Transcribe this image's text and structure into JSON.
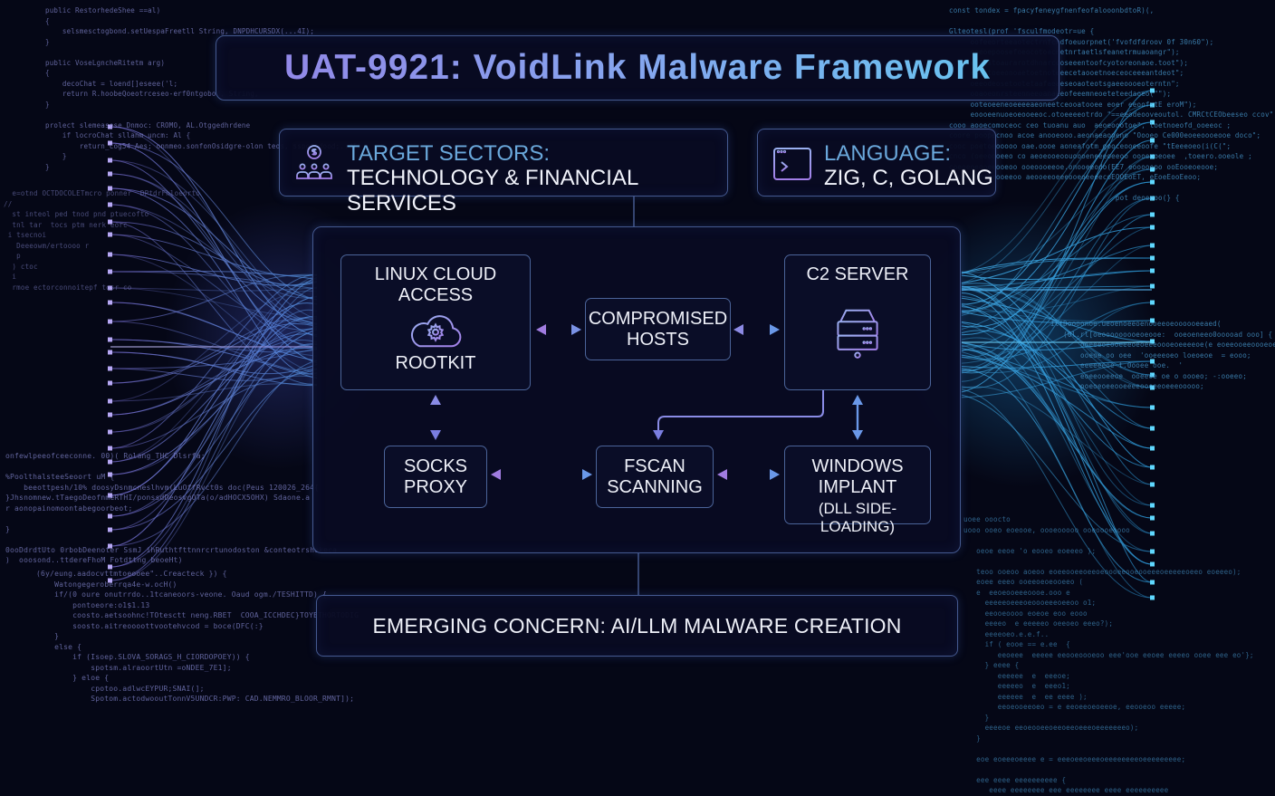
{
  "title": "UAT-9921: VoidLink Malware Framework",
  "info_cards": {
    "target_sectors": {
      "icon": "finance-network-icon",
      "label": "TARGET SECTORS:",
      "value": "TECHNOLOGY & FINANCIAL SERVICES"
    },
    "language": {
      "icon": "terminal-window-icon",
      "label": "LANGUAGE:",
      "value": "ZIG, C, GOLANG"
    }
  },
  "architecture": {
    "linux_cloud": {
      "title_line1": "LINUX CLOUD",
      "title_line2": "ACCESS",
      "icon": "cloud-gear-icon",
      "subtitle": "ROOTKIT"
    },
    "compromised_hosts": {
      "line1": "COMPROMISED",
      "line2": "HOSTS"
    },
    "c2_server": {
      "title": "C2 SERVER",
      "icon": "server-icon"
    },
    "socks_proxy": {
      "line1": "SOCKS",
      "line2": "PROXY"
    },
    "fscan": {
      "line1": "FSCAN",
      "line2": "SCANNING"
    },
    "windows_implant": {
      "line1": "WINDOWS",
      "line2": "IMPLANT",
      "line3": "(DLL SIDE-LOADING)"
    },
    "connections": [
      {
        "from": "LINUX CLOUD ACCESS",
        "to": "COMPROMISED HOSTS",
        "type": "bidirectional"
      },
      {
        "from": "COMPROMISED HOSTS",
        "to": "C2 SERVER",
        "type": "bidirectional"
      },
      {
        "from": "LINUX CLOUD ACCESS",
        "to": "SOCKS PROXY",
        "type": "bidirectional"
      },
      {
        "from": "C2 SERVER",
        "to": "FSCAN SCANNING",
        "type": "directed"
      },
      {
        "from": "C2 SERVER",
        "to": "WINDOWS IMPLANT",
        "type": "bidirectional"
      },
      {
        "from": "SOCKS PROXY",
        "to": "FSCAN SCANNING",
        "type": "bidirectional"
      },
      {
        "from": "FSCAN SCANNING",
        "to": "WINDOWS IMPLANT",
        "type": "bidirectional"
      }
    ]
  },
  "emerging_concern": "EMERGING CONCERN: AI/LLM MALWARE CREATION",
  "colors": {
    "background": "#050716",
    "panel_border": "#44598f",
    "label_blue": "#6aa8db",
    "arrow_purple": "#9c7ee0",
    "arrow_blue": "#6a8fe0",
    "title_gradient_start": "#9483e6",
    "title_gradient_end": "#63c8ef"
  }
}
